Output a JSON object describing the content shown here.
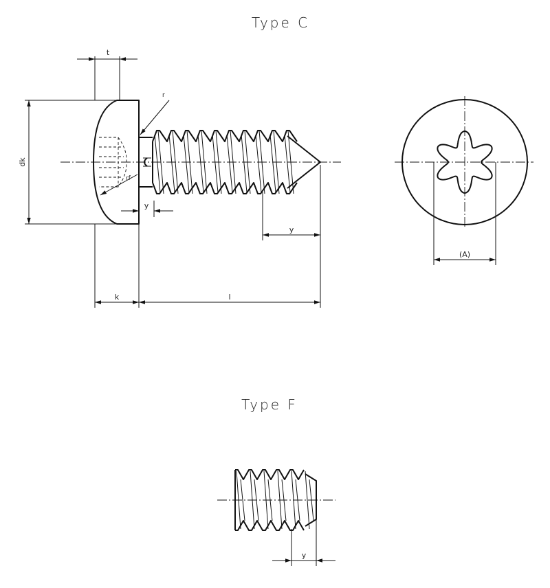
{
  "titles": {
    "type_c": "Type C",
    "type_f": "Type F"
  },
  "dimensions": {
    "t": "t",
    "r": "r",
    "rf": "rf",
    "dk": "dk",
    "k": "k",
    "l": "l",
    "y_head": "y",
    "y_tip": "y",
    "a": "(A)",
    "y_type_f": "y"
  }
}
